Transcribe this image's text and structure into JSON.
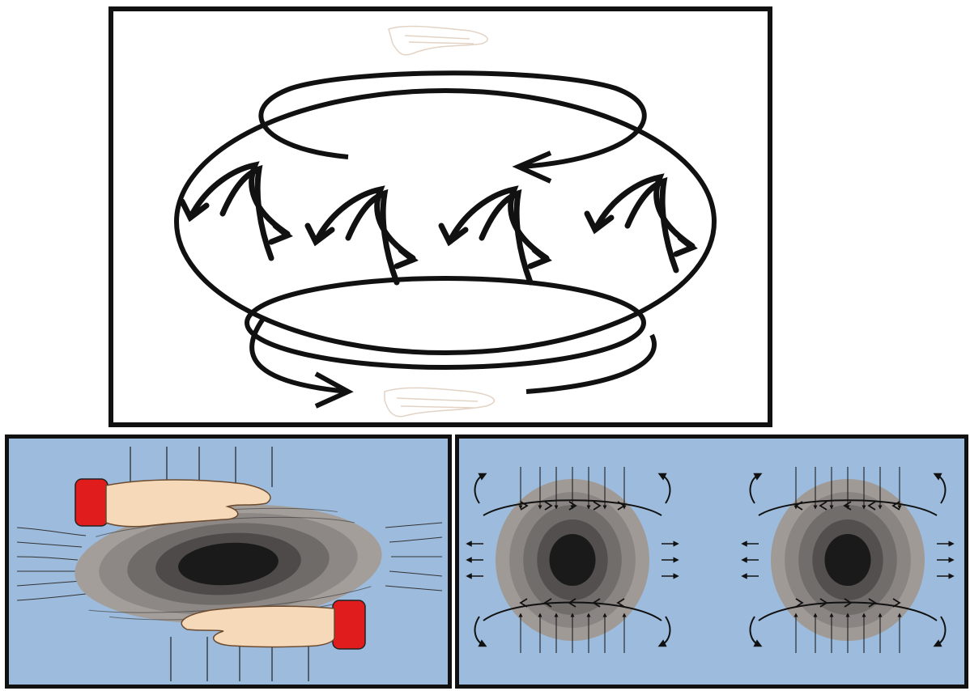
{
  "panels": {
    "top": {
      "kind": "schematic-vortex-loops",
      "icon": "rotating-hands-icon"
    },
    "bottom_left": {
      "kind": "hands-rotating-disk",
      "background": "#9dbcdd"
    },
    "bottom_right": {
      "kind": "two-spinning-spheres",
      "background": "#9dbcdd"
    }
  },
  "colors": {
    "stroke": "#111111",
    "sky": "#9dbcdd",
    "skin": "#f6d9b8",
    "cuff": "#e01c1c",
    "disk_dark": "#1a1a1a",
    "disk_light": "#a09a96"
  }
}
